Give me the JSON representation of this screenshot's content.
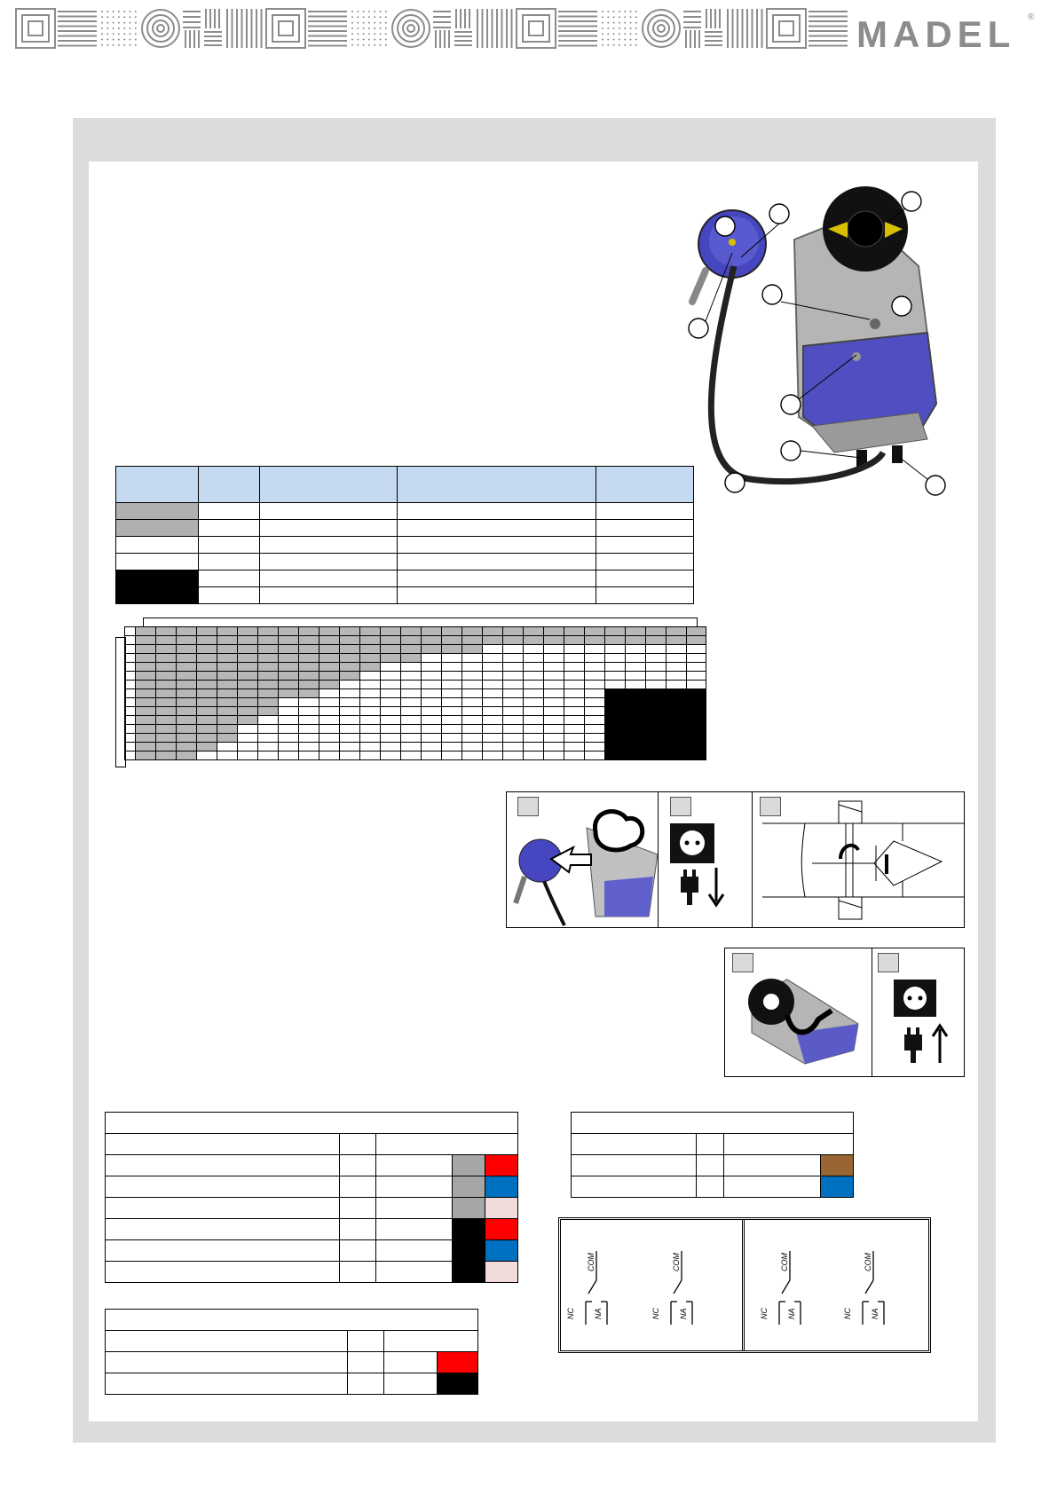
{
  "brand": {
    "name": "MADEL",
    "registered": "®"
  },
  "colors": {
    "red": "#ff0000",
    "blue": "#0070c0",
    "pink": "#f2dcdb",
    "brown": "#996633",
    "gray": "#a6a6a6",
    "black": "#000000",
    "header_blue": "#c5d9f1",
    "actuator_blue": "#5b5bc8"
  },
  "diagrams": {
    "contacts": [
      {
        "common": "COM",
        "nc": "NC",
        "no": "NA"
      },
      {
        "common": "COM",
        "nc": "NC",
        "no": "NA"
      },
      {
        "common": "COM",
        "nc": "NC",
        "no": "NA"
      },
      {
        "common": "COM",
        "nc": "NC",
        "no": "NA"
      }
    ]
  },
  "icons": {
    "plug_down": "plug-unplug-icon",
    "plug_up": "plug-in-icon",
    "socket": "socket-icon"
  }
}
